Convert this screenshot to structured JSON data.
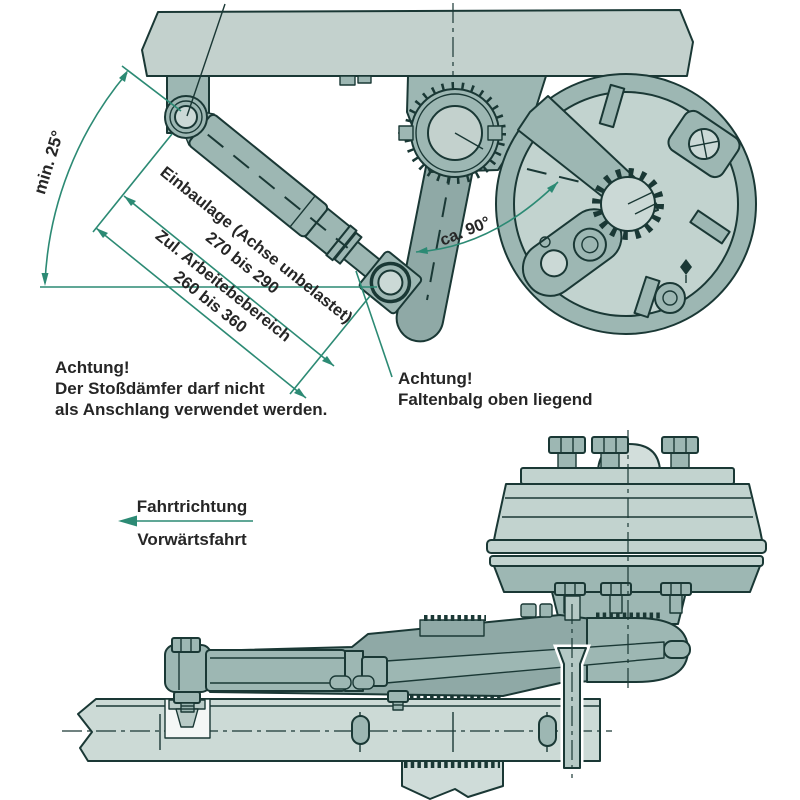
{
  "colors": {
    "annotation_green": "#2c8a74",
    "outline_dark_teal": "#1a3835",
    "fill_light": "#c3d1cd",
    "fill_medium": "#9db7b3",
    "fill_dark": "#8fa9a6",
    "text": "#262626",
    "background": "#ffffff"
  },
  "top_view": {
    "min_angle_label": "min. 25°",
    "install_dim_label": "Einbaulage (Achse unbelastet)",
    "install_dim_range": "270 bis 290",
    "work_dim_label": "Zul. Arbeitebebereich",
    "work_dim_range": "260 bis 360",
    "approx_angle_label": "ca. 90°",
    "warning_shock": {
      "line1": "Achtung!",
      "line2": "Der Stoßdämfer darf nicht",
      "line3": "als Anschlang verwendet werden."
    },
    "warning_bellows": {
      "line1": "Achtung!",
      "line2": "Faltenbalg oben liegend"
    }
  },
  "side_view": {
    "direction_line1": "Fahrtrichtung",
    "direction_line2": "Vorwärtsfahrt"
  }
}
